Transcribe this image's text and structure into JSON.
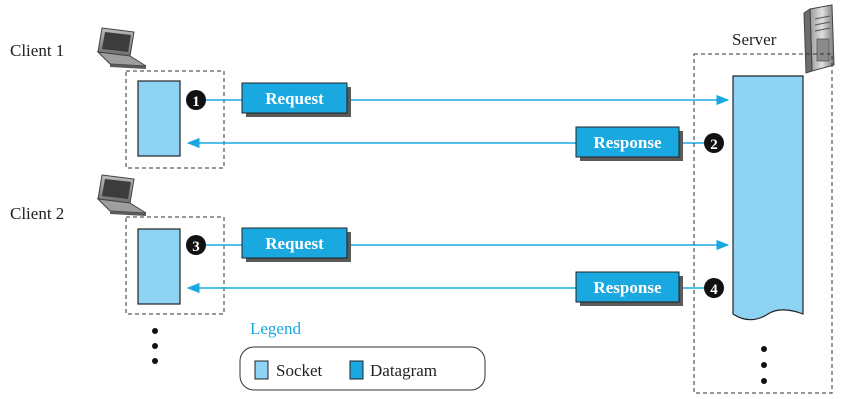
{
  "clients": [
    {
      "label": "Client 1",
      "step": "1"
    },
    {
      "label": "Client 2",
      "step": "3"
    }
  ],
  "server": {
    "label": "Server"
  },
  "messages": [
    {
      "label": "Request",
      "direction": "client-to-server"
    },
    {
      "label": "Response",
      "direction": "server-to-client",
      "step": "2"
    },
    {
      "label": "Request",
      "direction": "client-to-server"
    },
    {
      "label": "Response",
      "direction": "server-to-client",
      "step": "4"
    }
  ],
  "legend": {
    "title": "Legend",
    "items": [
      {
        "label": "Socket",
        "color": "#8fd3f4"
      },
      {
        "label": "Datagram",
        "color": "#1aa8e0"
      }
    ]
  },
  "colors": {
    "arrow": "#1aa8e0",
    "socket": "#8fd3f4",
    "datagram": "#1aa8e0",
    "legend_title": "#1aa8e0"
  },
  "icons": {
    "client": "laptop-icon",
    "server": "server-tower-icon"
  }
}
